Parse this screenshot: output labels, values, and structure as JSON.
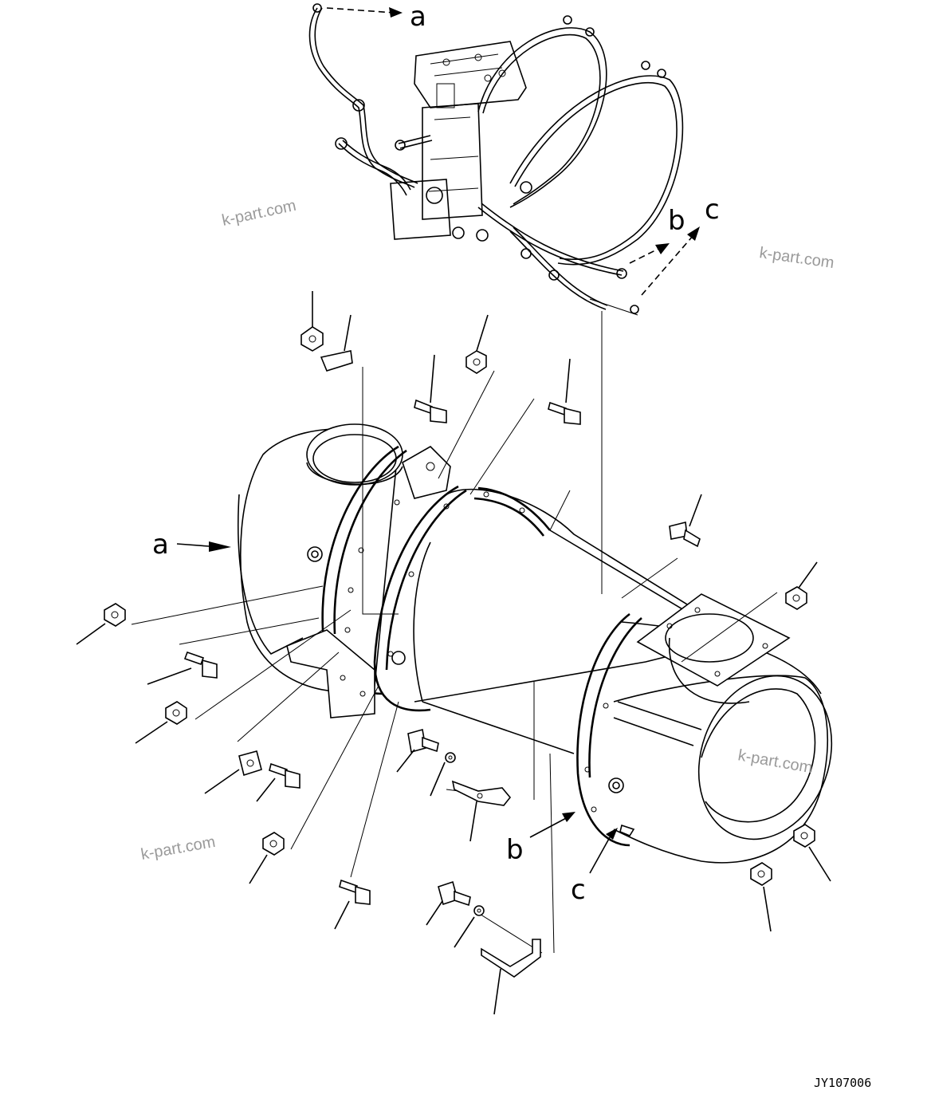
{
  "diagram": {
    "drawing_code": "JY107006",
    "callouts": {
      "a_top": "a",
      "a_left": "a",
      "b_top": "b",
      "c_top": "c",
      "b_bottom": "b",
      "c_bottom": "c"
    },
    "watermark": "k-part.com",
    "colors": {
      "line": "#000000",
      "background": "#ffffff",
      "watermark": "#9a9a9a"
    }
  }
}
